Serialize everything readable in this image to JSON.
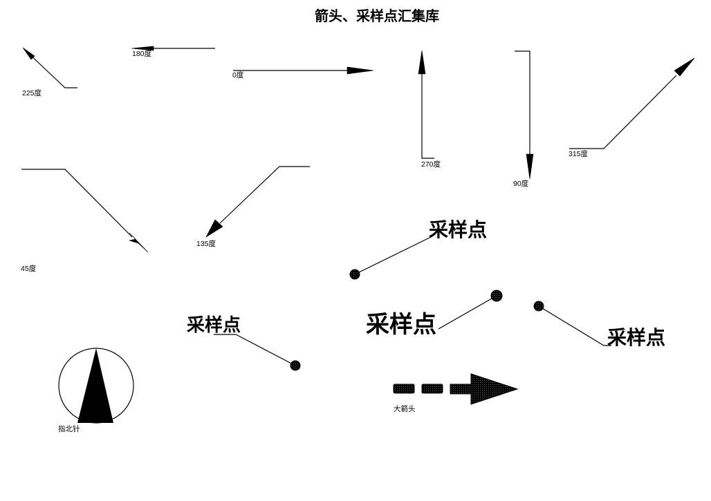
{
  "title": "箭头、采样点汇集库",
  "arrows": {
    "deg225": "225度",
    "deg180": "180度",
    "deg0": "0度",
    "deg270": "270度",
    "deg90": "90度",
    "deg315": "315度",
    "deg45": "45度",
    "deg135": "135度"
  },
  "sample_points": {
    "top": "采样点",
    "middle": "采样点",
    "left": "采样点",
    "right": "采样点"
  },
  "symbols": {
    "north_arrow": "指北针",
    "big_arrow": "大箭头"
  }
}
